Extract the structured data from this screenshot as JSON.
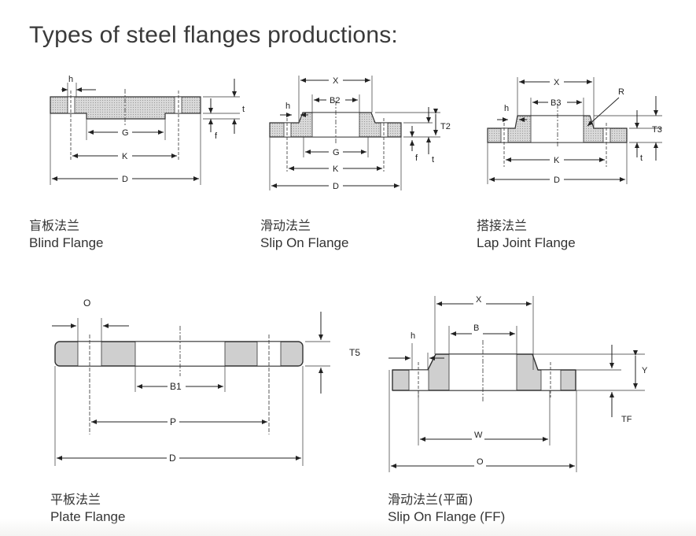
{
  "title": "Types of steel flanges productions:",
  "captions": {
    "blind": {
      "cn": "盲板法兰",
      "en": "Blind Flange"
    },
    "slip_on": {
      "cn": "滑动法兰",
      "en": "Slip On Flange"
    },
    "lap_joint": {
      "cn": "搭接法兰",
      "en": "Lap Joint Flange"
    },
    "plate": {
      "cn": "平板法兰",
      "en": "Plate Flange"
    },
    "slip_on_ff": {
      "cn": "滑动法兰(平面)",
      "en": "Slip On Flange (FF)"
    }
  },
  "labels": {
    "blind": {
      "h": "h",
      "t": "t",
      "f": "f",
      "G": "G",
      "K": "K",
      "D": "D"
    },
    "slip_on": {
      "X": "X",
      "B2": "B2",
      "h": "h",
      "T2": "T2",
      "G": "G",
      "f": "f",
      "t": "t",
      "K": "K",
      "D": "D"
    },
    "lap_joint": {
      "X": "X",
      "R": "R",
      "B3": "B3",
      "h": "h",
      "T3": "T3",
      "t": "t",
      "K": "K",
      "D": "D"
    },
    "plate": {
      "O": "O",
      "T5": "T5",
      "B1": "B1",
      "P": "P",
      "D": "D"
    },
    "slip_on_ff": {
      "X": "X",
      "B": "B",
      "h": "h",
      "Y": "Y",
      "TF": "TF",
      "W": "W",
      "O": "O"
    }
  },
  "colors": {
    "body_fill": "#c8c8c8",
    "body_stroke": "#333333",
    "line": "#222222"
  }
}
